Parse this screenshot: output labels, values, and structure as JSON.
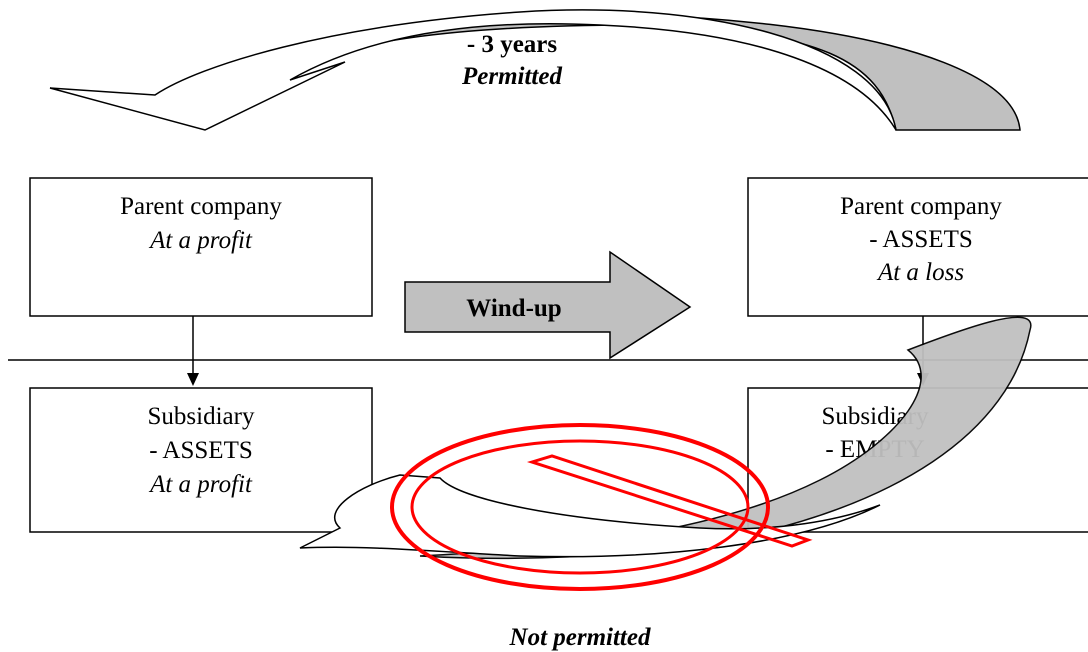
{
  "top_arrow": {
    "line1": "- 3 years",
    "line2": "Permitted"
  },
  "boxes": {
    "parent_left": {
      "line1": "Parent company",
      "line2": "At a profit"
    },
    "parent_right": {
      "line1": "Parent company",
      "line2": "- ASSETS",
      "line3": "At a loss"
    },
    "subsidiary_left": {
      "line1": "Subsidiary",
      "line2": "- ASSETS",
      "line3": "At a profit"
    },
    "subsidiary_right": {
      "line1": "Subsidiary",
      "line2": "- EMPTY"
    }
  },
  "middle_arrow": {
    "label": "Wind-up"
  },
  "bottom_caption": "Not permitted",
  "icons": [
    "curved-arrow-icon",
    "block-arrow-icon",
    "prohibition-icon"
  ],
  "colors": {
    "arrow_fill": "#c0c0c0",
    "prohibition": "#ff0000",
    "stroke": "#000000"
  }
}
